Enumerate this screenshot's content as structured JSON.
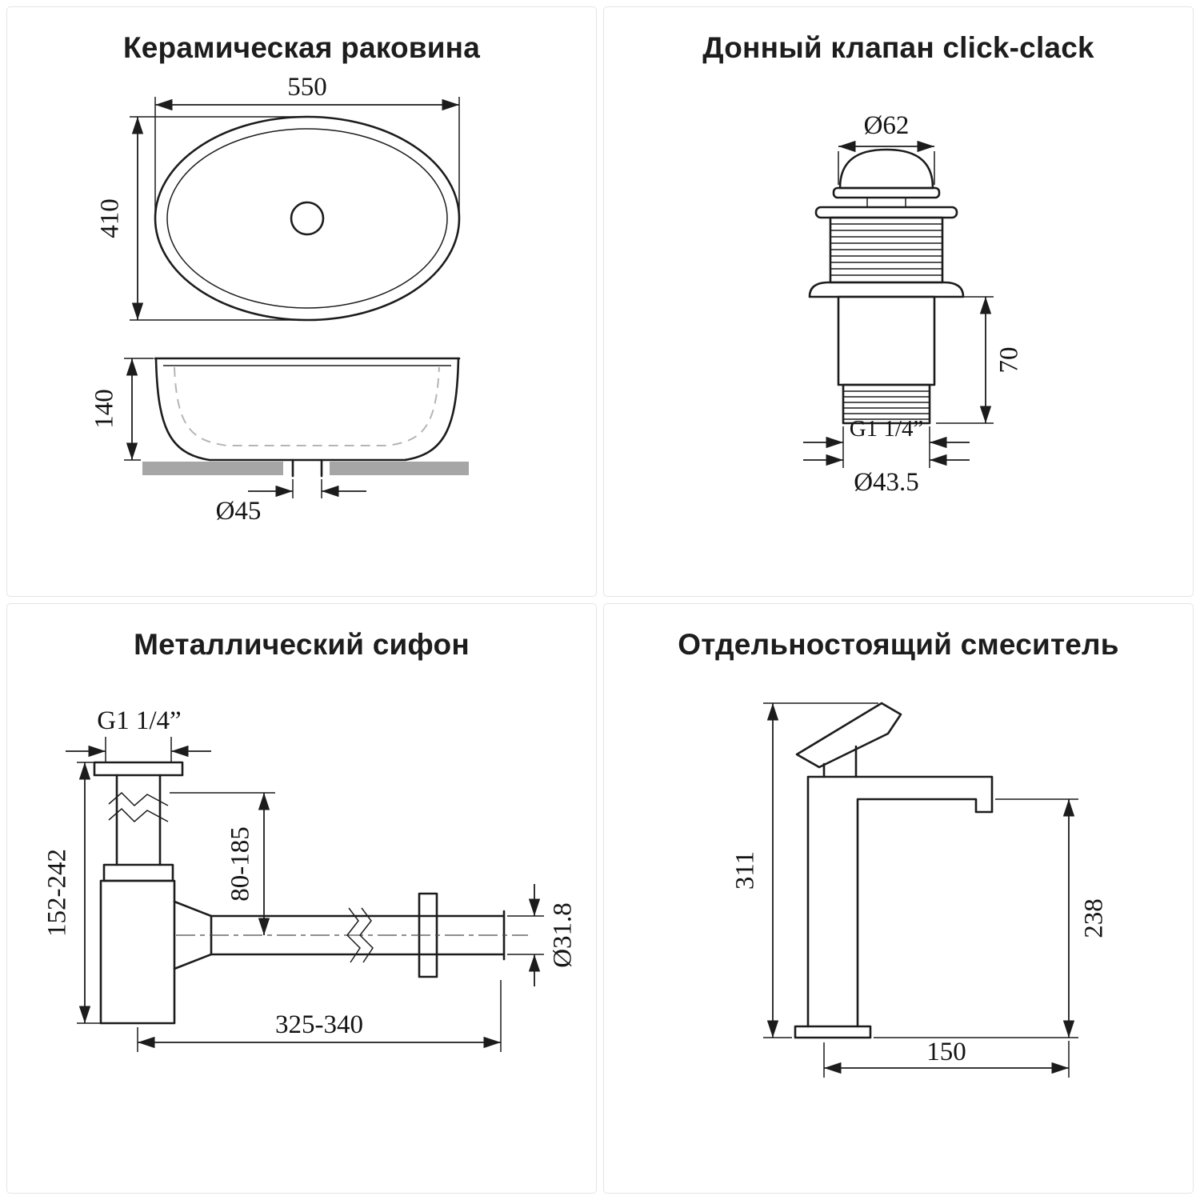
{
  "colors": {
    "line": "#1c1c1c",
    "countertop_fill": "#a6a6a6",
    "panel_border": "#e4e4e4",
    "background": "#ffffff"
  },
  "panels": {
    "sink": {
      "title": "Керамическая раковина",
      "dims": {
        "width": "550",
        "depth": "410",
        "height": "140",
        "drain_diameter": "Ø45"
      }
    },
    "valve": {
      "title": "Донный клапан click-clack",
      "dims": {
        "cap_diameter": "Ø62",
        "body_height": "70",
        "thread": "G1 1/4”",
        "outlet_diameter": "Ø43.5"
      }
    },
    "siphon": {
      "title": "Металлический сифон",
      "dims": {
        "thread": "G1 1/4”",
        "height_range": "152-242",
        "inlet_height_range": "80-185",
        "pipe_diameter": "Ø31.8",
        "length_range": "325-340"
      }
    },
    "mixer": {
      "title": "Отдельностоящий смеситель",
      "dims": {
        "total_height": "311",
        "spout_height": "238",
        "base_offset": "150"
      }
    }
  }
}
